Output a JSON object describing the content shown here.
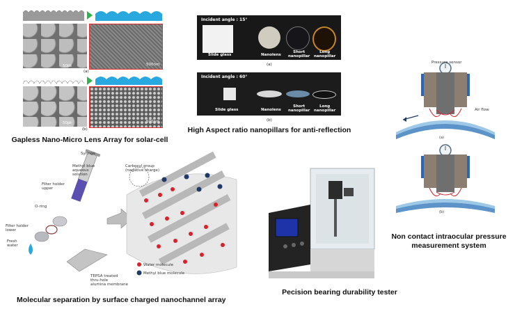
{
  "solar": {
    "caption": "Gapless Nano-Micro Lens Array for solar-cell",
    "label_a": "(a)",
    "label_b": "(b)",
    "scale_a_left": "50㎛",
    "scale_a_right": "500nm",
    "scale_b_left": "50㎛",
    "scale_b_right": "500nm"
  },
  "antireflection": {
    "caption": "High Aspect ratio nanopillars for anti-reflection",
    "panel_a": {
      "angle": "Incident angle : 15°",
      "labels": [
        "Slide glass",
        "Nanolens",
        "Short\nnanopillar",
        "Long\nnanopillar"
      ],
      "sub": "(a)"
    },
    "panel_b": {
      "angle": "Incident angle : 60°",
      "labels": [
        "Slide glass",
        "Nanolens",
        "Short\nnanopillar",
        "Long\nnanopillar"
      ],
      "sub": "(b)"
    }
  },
  "intraocular": {
    "caption": "Non contact intraocular pressure\nmeasurement system",
    "pressure_sensor": "Pressure sensor",
    "air_flow": "Air flow",
    "sub_a": "(a)",
    "sub_b": "(b)"
  },
  "molecular": {
    "caption": "Molecular  separation by surface charged nanochannel array",
    "labels": {
      "syringe": "Syringe",
      "methyl_blue": "Methyl blue\naqueous\nsolution",
      "holder_upper": "Filter holder\nupper",
      "o_ring": "O-ring",
      "holder_lower": "Filter holder\nlower",
      "fresh_water": "Fresh\nwater",
      "membrane": "TEPSA treated\nthru-hole\nalumina membrane",
      "carboxyl": "Carboxyl group\n(negative charge)",
      "water_mol": "Water molecule",
      "mb_mol": "Methyl blue molecule"
    }
  },
  "bearing": {
    "caption": "Pecision bearing durability tester"
  },
  "colors": {
    "sky_blue": "#29a8e0",
    "arrow_green": "#2db54b",
    "red_highlight": "#e32b2b",
    "molecule_red": "#d8232a",
    "molecule_navy": "#1f3a68"
  }
}
